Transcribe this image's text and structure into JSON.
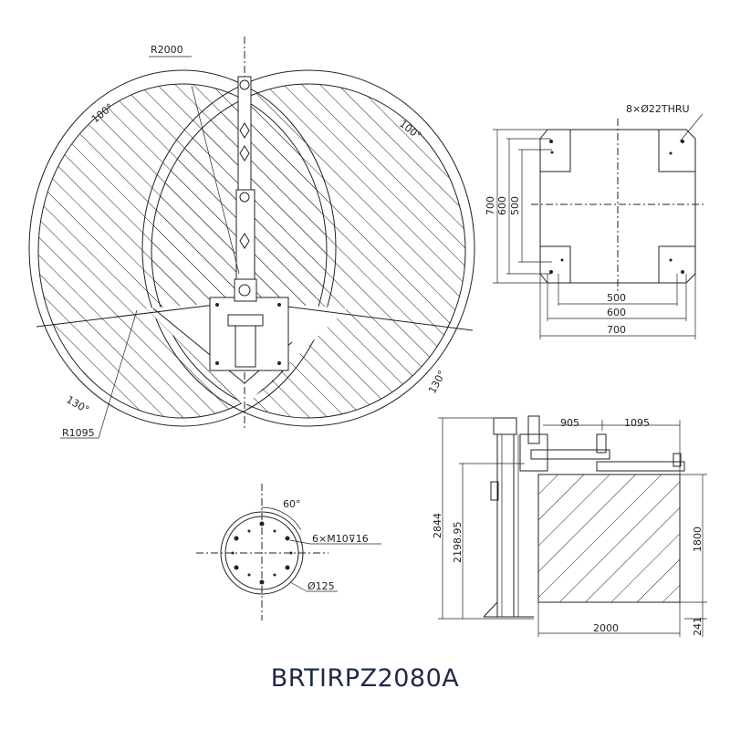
{
  "model": "BRTIRPZ2080A",
  "top_view": {
    "radius_outer": "R2000",
    "radius_inner": "R1095",
    "angle_left_top": "100°",
    "angle_right_top": "100°",
    "angle_left_bottom": "130°",
    "angle_right_bottom": "130°"
  },
  "base_plate": {
    "holes": "8×Ø22THRU",
    "dim_h_700": "700",
    "dim_h_600": "600",
    "dim_h_500": "500",
    "dim_w_500": "500",
    "dim_w_600": "600",
    "dim_w_700": "700"
  },
  "flange": {
    "angle": "60°",
    "thread": "6×M10⊽16",
    "diameter": "Ø125"
  },
  "side_view": {
    "arm1": "905",
    "arm2": "1095",
    "total_height": "2844",
    "arm_height": "2198.95",
    "work_height": "1800",
    "work_width": "2000",
    "bottom_offset": "241"
  }
}
